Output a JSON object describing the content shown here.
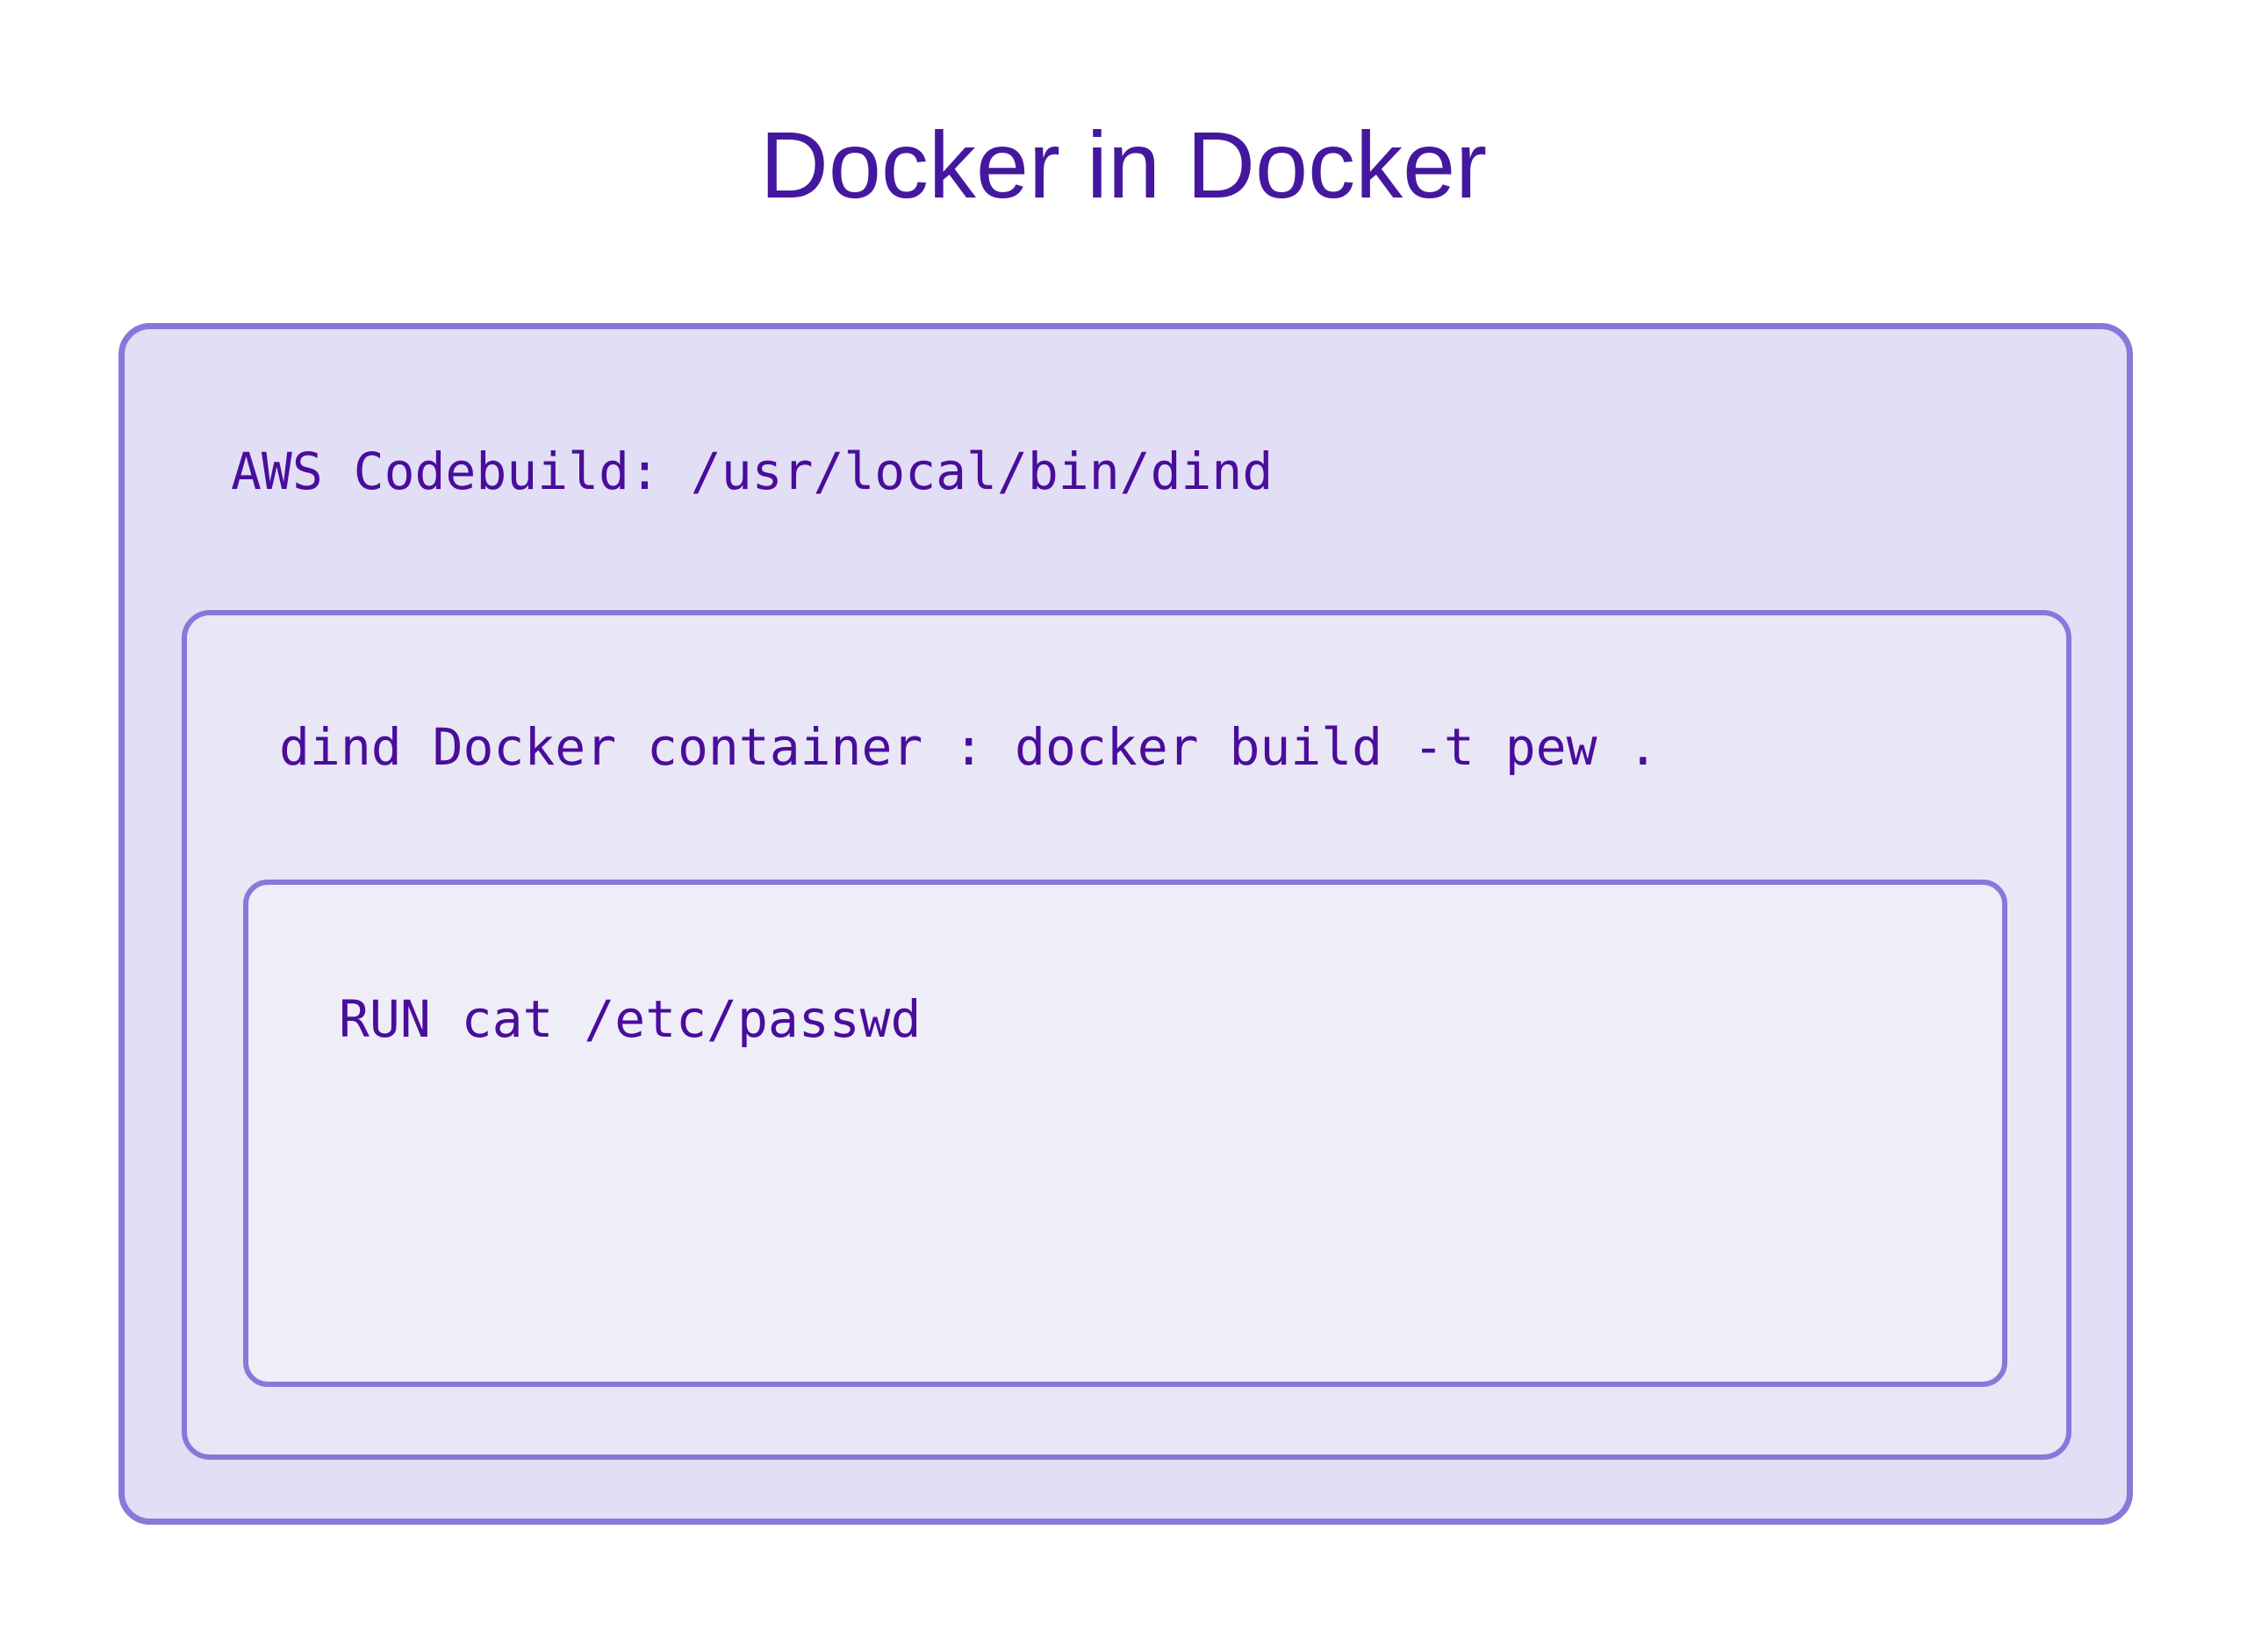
{
  "title": "Docker in Docker",
  "boxes": {
    "outer": {
      "label": "AWS Codebuild: /usr/local/bin/dind"
    },
    "middle": {
      "label": "dind Docker container : docker build -t pew ."
    },
    "inner": {
      "label": "RUN cat /etc/passwd"
    }
  },
  "colors": {
    "title": "#44189e",
    "text": "#4a0d9b",
    "border": "#8878d9",
    "outer_fill": "#e2def5",
    "middle_fill": "#e9e7f6",
    "inner_fill": "#efeef8",
    "page_bg": "#ffffff"
  }
}
